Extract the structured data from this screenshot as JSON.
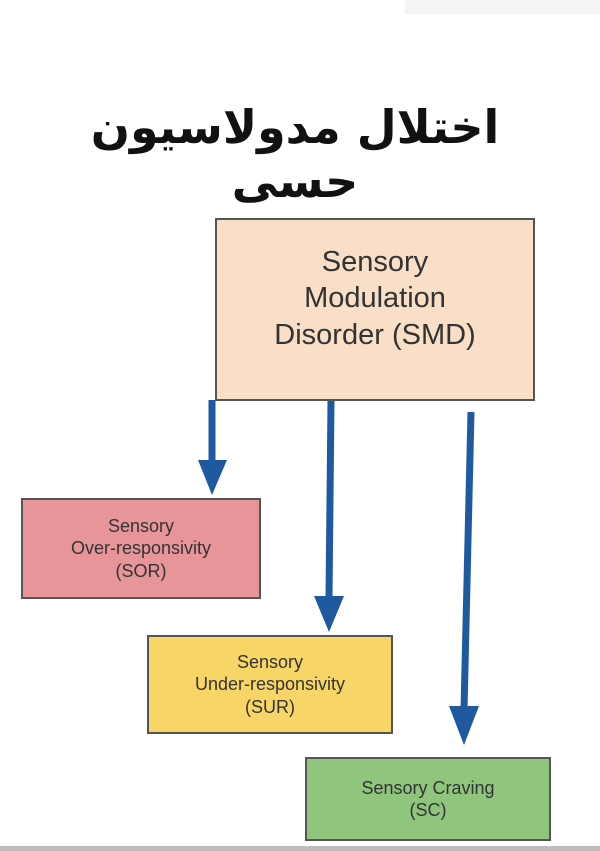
{
  "title": "اختلال مدولاسیون حسی",
  "diagram": {
    "root": {
      "lines": [
        "Sensory",
        "Modulation",
        "Disorder (SMD)"
      ],
      "color": "#f9dfc7"
    },
    "children": [
      {
        "lines": [
          "Sensory",
          "Over-responsivity",
          "(SOR)"
        ],
        "color": "#e8959a"
      },
      {
        "lines": [
          "Sensory",
          "Under-responsivity",
          "(SUR)"
        ],
        "color": "#f8d567"
      },
      {
        "lines": [
          "Sensory Craving",
          "(SC)"
        ],
        "color": "#8fc57d"
      }
    ],
    "arrow_color": "#1f5aa0"
  }
}
